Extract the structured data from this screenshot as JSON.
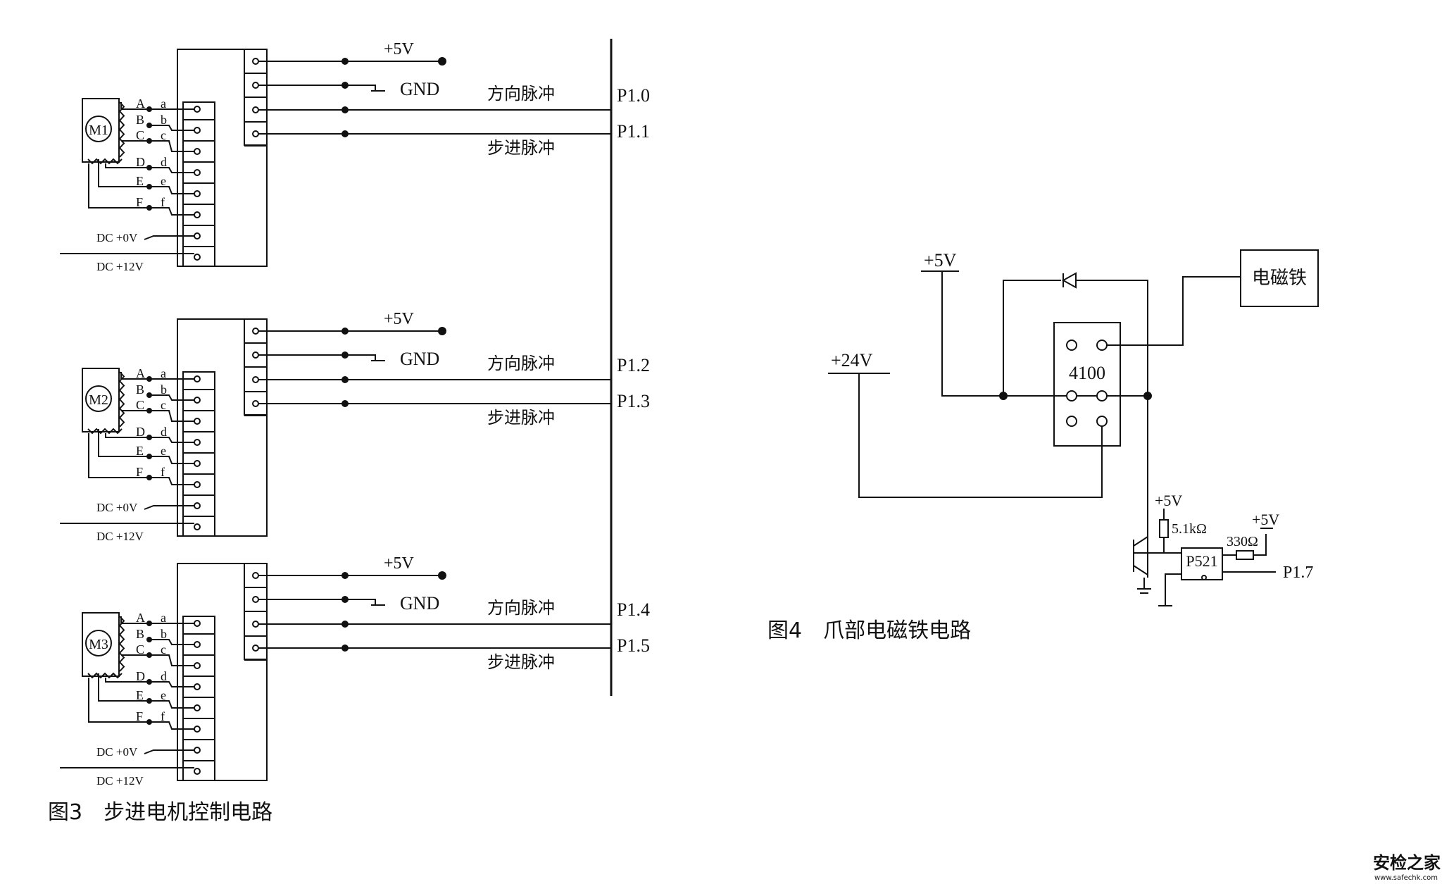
{
  "fig3": {
    "caption": "图3　步进电机控制电路",
    "motors": [
      {
        "label": "M1",
        "port_dir": "P1.0",
        "port_step": "P1.1"
      },
      {
        "label": "M2",
        "port_dir": "P1.2",
        "port_step": "P1.3"
      },
      {
        "label": "M3",
        "port_dir": "P1.4",
        "port_step": "P1.5"
      }
    ],
    "vcc": "+5V",
    "gnd": "GND",
    "dir_label": "方向脉冲",
    "step_label": "步进脉冲",
    "coil_pins": [
      "A",
      "B",
      "C",
      "D",
      "E",
      "F"
    ],
    "term_pins": [
      "a",
      "b",
      "c",
      "d",
      "e",
      "f"
    ],
    "dc0": "DC +0V",
    "dc12": "DC +12V"
  },
  "fig4": {
    "caption": "图4　爪部电磁铁电路",
    "vcc": "+5V",
    "v24": "+24V",
    "module": "4100",
    "magnet": "电磁铁",
    "r1": "5.1kΩ",
    "r2": "330Ω",
    "opto": "P521",
    "port": "P1.7"
  },
  "watermark": {
    "title": "安检之家",
    "url": "www.safechk.com",
    "color": "#1f5fa8"
  }
}
